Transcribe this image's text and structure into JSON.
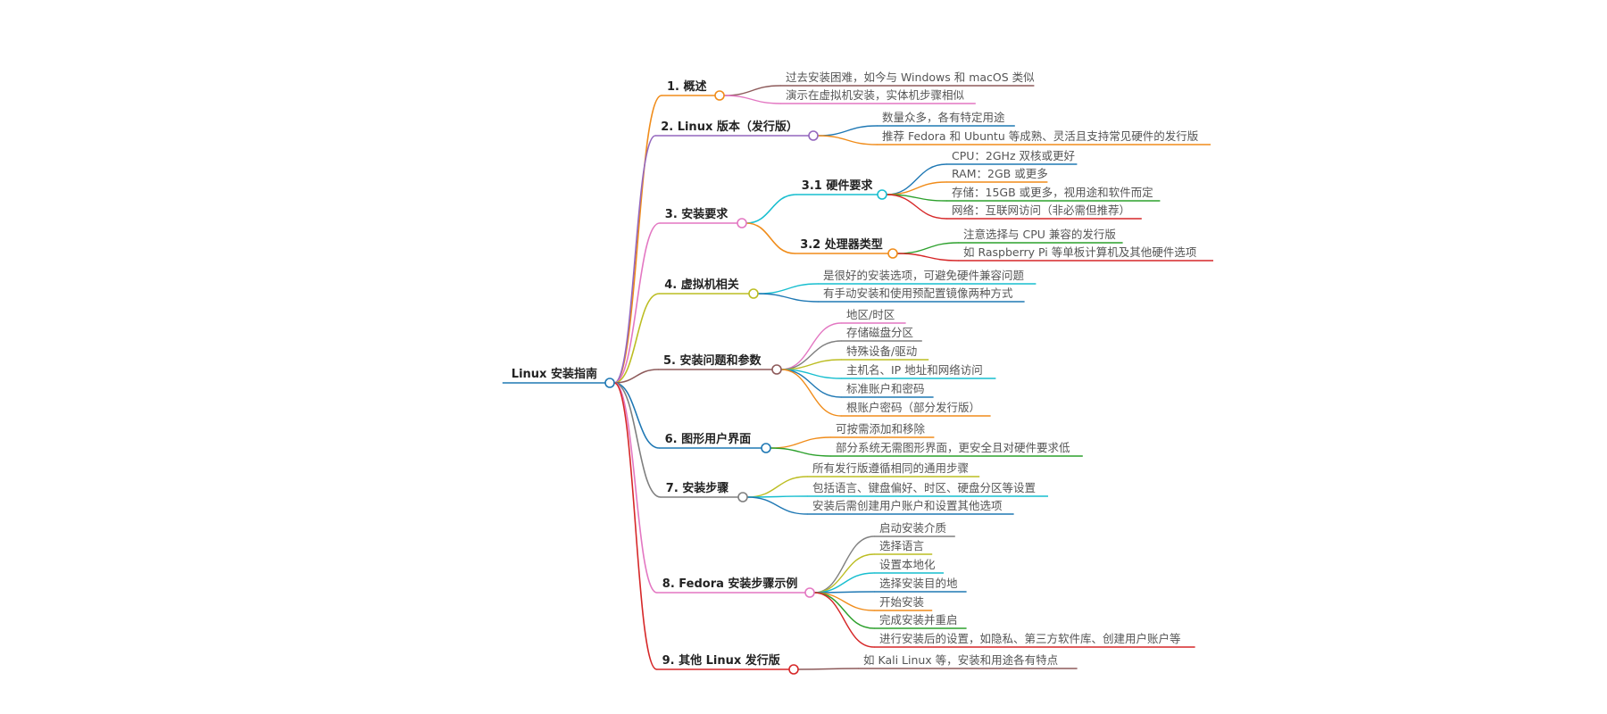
{
  "root": {
    "label": "Linux 安装指南",
    "color": "#1f78b4"
  },
  "branches": [
    {
      "label": "1. 概述",
      "color": "#f08c1a",
      "children": [
        {
          "label": "过去安装困难，如今与 Windows 和 macOS 类似",
          "color": "#8d5a5a"
        },
        {
          "label": "演示在虚拟机安装，实体机步骤相似",
          "color": "#e377c2"
        }
      ]
    },
    {
      "label": "2. Linux 版本（发行版）",
      "color": "#9467bd",
      "children": [
        {
          "label": "数量众多，各有特定用途",
          "color": "#1f78b4"
        },
        {
          "label": "推荐 Fedora 和 Ubuntu 等成熟、灵活且支持常见硬件的发行版",
          "color": "#f08c1a"
        }
      ]
    },
    {
      "label": "3. 安装要求",
      "color": "#e377c2",
      "children": [
        {
          "label": "3.1 硬件要求",
          "color": "#17becf",
          "children": [
            {
              "label": "CPU：2GHz 双核或更好",
              "color": "#1f78b4"
            },
            {
              "label": "RAM：2GB 或更多",
              "color": "#f08c1a"
            },
            {
              "label": "存储：15GB 或更多，视用途和软件而定",
              "color": "#2ca02c"
            },
            {
              "label": "网络：互联网访问（非必需但推荐）",
              "color": "#d62728"
            }
          ]
        },
        {
          "label": "3.2 处理器类型",
          "color": "#f08c1a",
          "children": [
            {
              "label": "注意选择与 CPU 兼容的发行版",
              "color": "#2ca02c"
            },
            {
              "label": "如 Raspberry Pi 等单板计算机及其他硬件选项",
              "color": "#d62728"
            }
          ]
        }
      ]
    },
    {
      "label": "4. 虚拟机相关",
      "color": "#bcbd22",
      "children": [
        {
          "label": "是很好的安装选项，可避免硬件兼容问题",
          "color": "#17becf"
        },
        {
          "label": "有手动安装和使用预配置镜像两种方式",
          "color": "#1f78b4"
        }
      ]
    },
    {
      "label": "5. 安装问题和参数",
      "color": "#8d5a5a",
      "children": [
        {
          "label": "地区/时区",
          "color": "#e377c2"
        },
        {
          "label": "存储磁盘分区",
          "color": "#7f7f7f"
        },
        {
          "label": "特殊设备/驱动",
          "color": "#bcbd22"
        },
        {
          "label": "主机名、IP 地址和网络访问",
          "color": "#17becf"
        },
        {
          "label": "标准账户和密码",
          "color": "#1f78b4"
        },
        {
          "label": "根账户密码（部分发行版）",
          "color": "#f08c1a"
        }
      ]
    },
    {
      "label": "6. 图形用户界面",
      "color": "#1f78b4",
      "children": [
        {
          "label": "可按需添加和移除",
          "color": "#f08c1a"
        },
        {
          "label": "部分系统无需图形界面，更安全且对硬件要求低",
          "color": "#2ca02c"
        }
      ]
    },
    {
      "label": "7. 安装步骤",
      "color": "#7f7f7f",
      "children": [
        {
          "label": "所有发行版遵循相同的通用步骤",
          "color": "#bcbd22"
        },
        {
          "label": "包括语言、键盘偏好、时区、硬盘分区等设置",
          "color": "#17becf"
        },
        {
          "label": "安装后需创建用户账户和设置其他选项",
          "color": "#1f78b4"
        }
      ]
    },
    {
      "label": "8. Fedora 安装步骤示例",
      "color": "#e377c2",
      "children": [
        {
          "label": "启动安装介质",
          "color": "#7f7f7f"
        },
        {
          "label": "选择语言",
          "color": "#bcbd22"
        },
        {
          "label": "设置本地化",
          "color": "#17becf"
        },
        {
          "label": "选择安装目的地",
          "color": "#1f78b4"
        },
        {
          "label": "开始安装",
          "color": "#f08c1a"
        },
        {
          "label": "完成安装并重启",
          "color": "#2ca02c"
        },
        {
          "label": "进行安装后的设置，如隐私、第三方软件库、创建用户账户等",
          "color": "#d62728"
        }
      ]
    },
    {
      "label": "9. 其他 Linux 发行版",
      "color": "#d62728",
      "children": [
        {
          "label": "如 Kali Linux 等，安装和用途各有特点",
          "color": "#8d5a5a"
        }
      ]
    }
  ]
}
